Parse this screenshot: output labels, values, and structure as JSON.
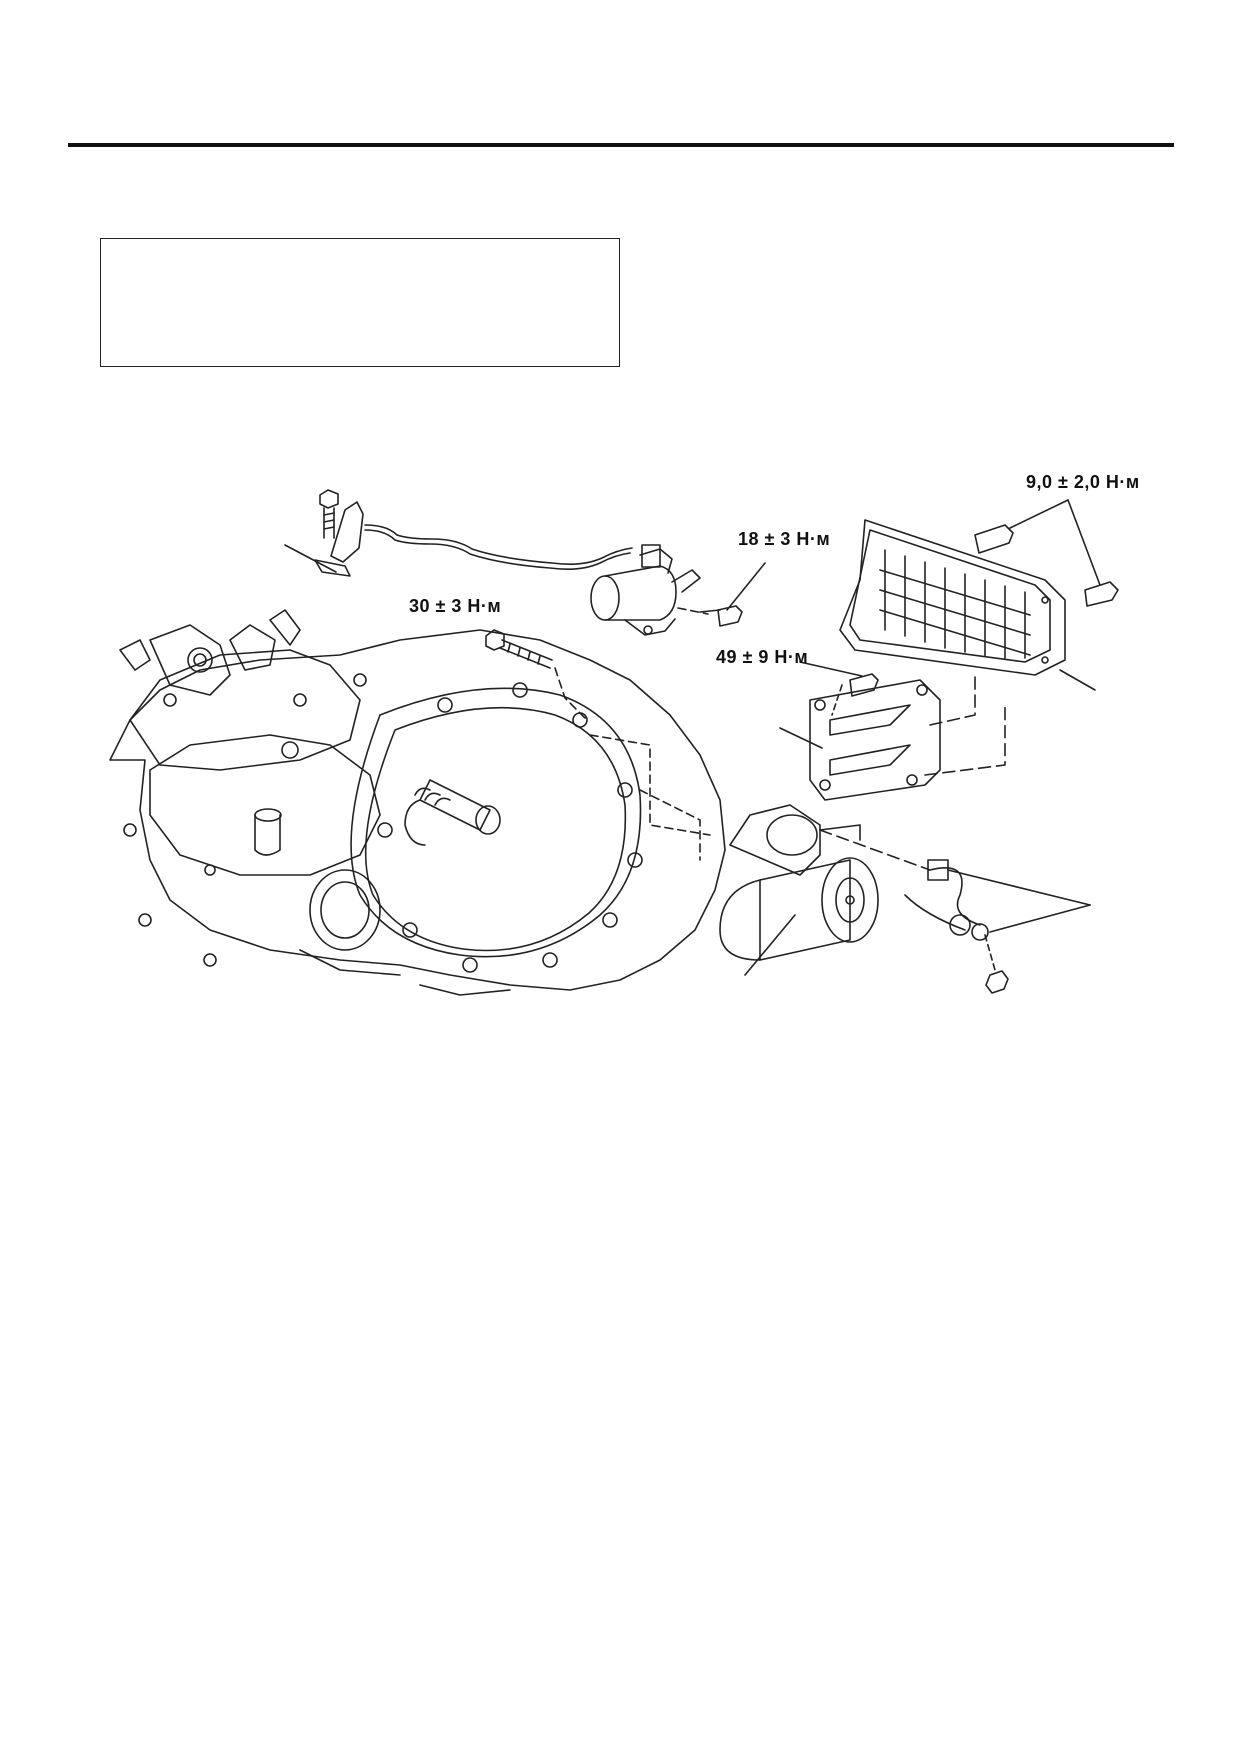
{
  "torque_labels": {
    "cover_bolts": "9,0 ± 2,0 Н·м",
    "slave_cylinder_bolt": "18 ± 3 Н·м",
    "starter_bolt": "30 ± 3 Н·м",
    "bracket_bolt": "49 ± 9 Н·м"
  },
  "colors": {
    "line": "#222222",
    "rule": "#111111"
  }
}
